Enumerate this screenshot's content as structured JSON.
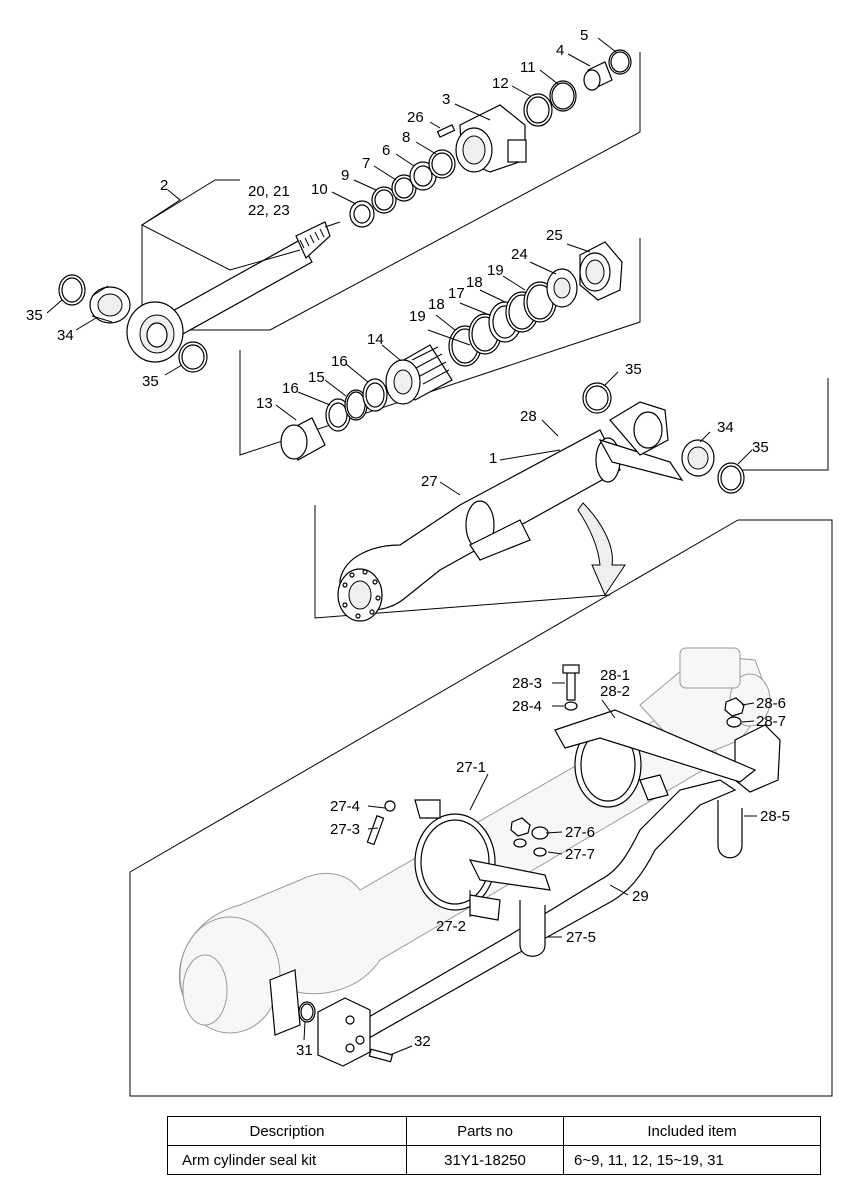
{
  "labels": {
    "l5": "5",
    "l4": "4",
    "l11": "11",
    "l12": "12",
    "l3": "3",
    "l26": "26",
    "l8": "8",
    "l6": "6",
    "l7": "7",
    "l9": "9",
    "l10": "10",
    "l2": "2",
    "l20_21": "20, 21",
    "l22_23": "22, 23",
    "l35a": "35",
    "l34a": "34",
    "l35b": "35",
    "l25": "25",
    "l24": "24",
    "l18a": "18",
    "l19a": "19",
    "l17": "17",
    "l18b": "18",
    "l19b": "19",
    "l14": "14",
    "l16a": "16",
    "l15": "15",
    "l16b": "16",
    "l13": "13",
    "l35c": "35",
    "l28": "28",
    "l34b": "34",
    "l35d": "35",
    "l1": "1",
    "l27": "27",
    "l28_3": "28-3",
    "l28_1": "28-1",
    "l28_2": "28-2",
    "l28_4": "28-4",
    "l28_6": "28-6",
    "l28_7": "28-7",
    "l27_1": "27-1",
    "l28_5": "28-5",
    "l27_4": "27-4",
    "l27_3": "27-3",
    "l27_6": "27-6",
    "l27_7": "27-7",
    "l29": "29",
    "l27_2": "27-2",
    "l27_5": "27-5",
    "l31": "31",
    "l32": "32"
  },
  "table": {
    "headers": [
      "Description",
      "Parts no",
      "Included item"
    ],
    "rows": [
      [
        "Arm cylinder seal kit",
        "31Y1-18250",
        "6~9, 11, 12, 15~19, 31"
      ]
    ]
  }
}
